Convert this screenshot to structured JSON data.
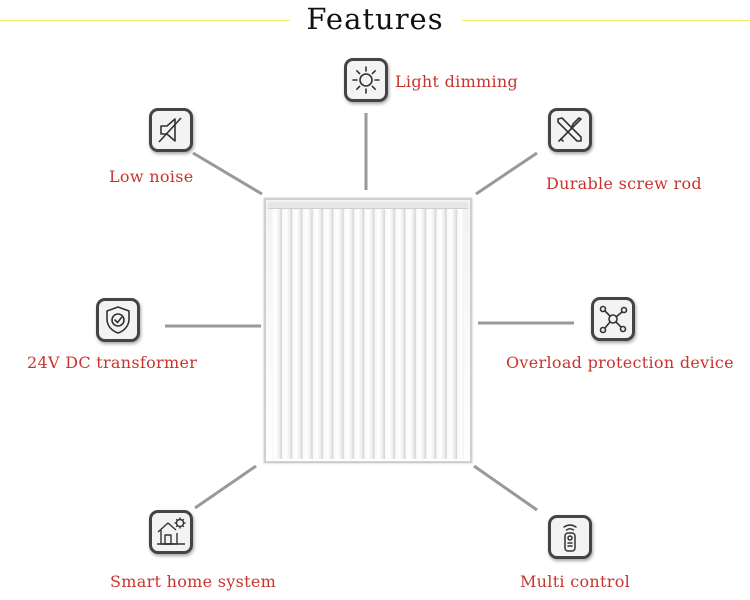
{
  "title": "Features",
  "colors": {
    "label": "#c8342d",
    "title_line": "#eeee66",
    "connector": "#999999",
    "icon_border": "#444444"
  },
  "features": [
    {
      "label": "Light dimming",
      "icon": "sun-icon"
    },
    {
      "label": "Low noise",
      "icon": "mute-speaker-icon"
    },
    {
      "label": "Durable screw rod",
      "icon": "wrench-screwdriver-icon"
    },
    {
      "label": "24V DC transformer",
      "icon": "shield-check-icon"
    },
    {
      "label": "Overload protection device",
      "icon": "network-node-icon"
    },
    {
      "label": "Smart home system",
      "icon": "smart-home-icon"
    },
    {
      "label": "Multi control",
      "icon": "remote-control-icon"
    }
  ]
}
